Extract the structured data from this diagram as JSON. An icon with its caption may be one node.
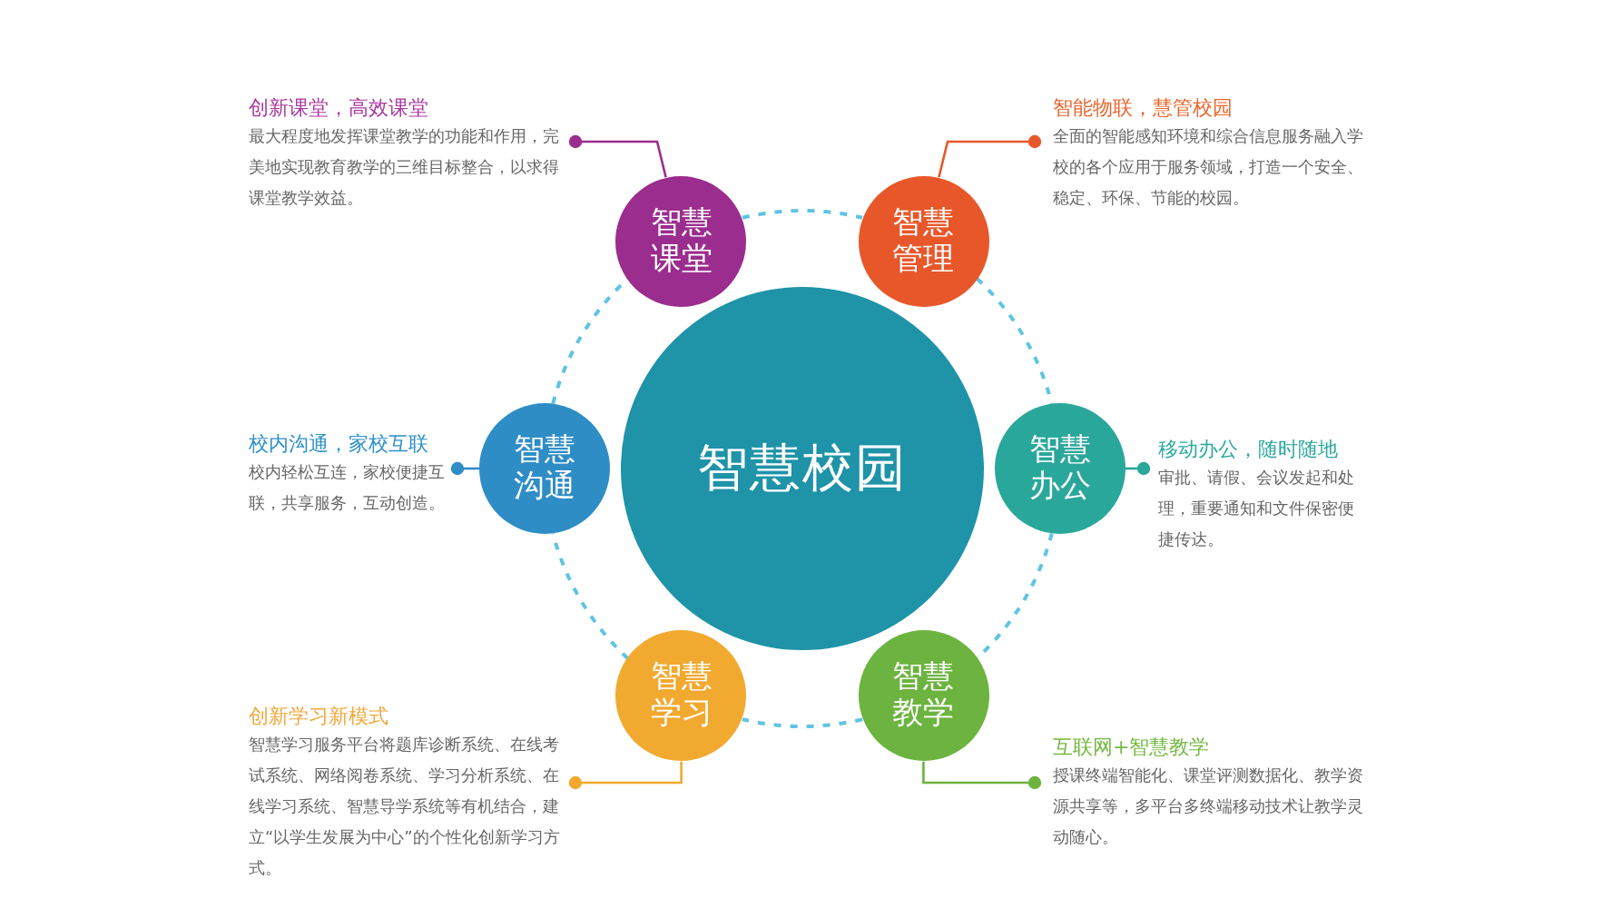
{
  "diagram": {
    "nodes": [
      {
        "text": [
          "创新课堂，高效课堂",
          "最大程度地发挥课堂教学的功能和作用，完美地实现教育教学的三维目标整合，以求得课堂教学效益。"
        ]
      },
      {
        "text": [
          "智能物联，慧管校园",
          "全面的智能感知环境和综合信息服务融入学校的各个应用于服务领域，打造一个安全、稳定、环保、节能的校园。"
        ]
      },
      {
        "text": [
          "智慧课堂"
        ]
      },
      {
        "text": [
          "智慧管理"
        ]
      },
      {
        "text": [
          "校内沟通，家校互联",
          "校内轻松互连，家校便捷互联，共享服务，互动创造。"
        ]
      },
      {
        "text": [
          "智慧沟通"
        ]
      },
      {
        "text": [
          "智慧校园"
        ]
      },
      {
        "text": [
          "智慧办公"
        ]
      },
      {
        "text": [
          "移动办公，随时随地",
          "审批、请假、会议发起和处理，重要通知和文件保密便捷传达。"
        ]
      },
      {
        "text": [
          "智慧学习"
        ]
      },
      {
        "text": [
          "智慧教学"
        ]
      },
      {
        "text": [
          "创新学习新模式",
          "智慧学习服务平台将题库诊断系统、在线考试系统、网络阅卷系统、学习分析系统、在线学习系统、智慧导学系统等有机结合，建立“以学生发展为中心”的个性化创新学习方式。"
        ]
      },
      {
        "text": [
          "互联网+智慧教学",
          "授课终端智能化、课堂评测数据化、教学资源共享等，多平台多终端移动技术让教学灵动随心。"
        ]
      }
    ],
    "edges": [
      {
        "from": 0,
        "to": 2,
        "arrow": "other",
        "color": "#9b2d8e"
      },
      {
        "from": 1,
        "to": 3,
        "arrow": "other",
        "color": "#e8572a"
      },
      {
        "from": 4,
        "to": 5,
        "arrow": "other",
        "color": "#2f8dc6"
      },
      {
        "from": 8,
        "to": 7,
        "arrow": "other",
        "color": "#2aa79b"
      },
      {
        "from": 11,
        "to": 9,
        "arrow": "other",
        "color": "#f2a930"
      },
      {
        "from": 12,
        "to": 10,
        "arrow": "other",
        "color": "#6cb33f"
      },
      {
        "from": 2,
        "to": 3,
        "arrow": "none",
        "style": "dashed"
      },
      {
        "from": 3,
        "to": 7,
        "arrow": "none",
        "style": "dashed"
      },
      {
        "from": 7,
        "to": 10,
        "arrow": "none",
        "style": "dashed"
      },
      {
        "from": 10,
        "to": 9,
        "arrow": "none",
        "style": "dashed"
      },
      {
        "from": 9,
        "to": 5,
        "arrow": "none",
        "style": "dashed"
      },
      {
        "from": 5,
        "to": 2,
        "arrow": "none",
        "style": "dashed"
      }
    ]
  }
}
